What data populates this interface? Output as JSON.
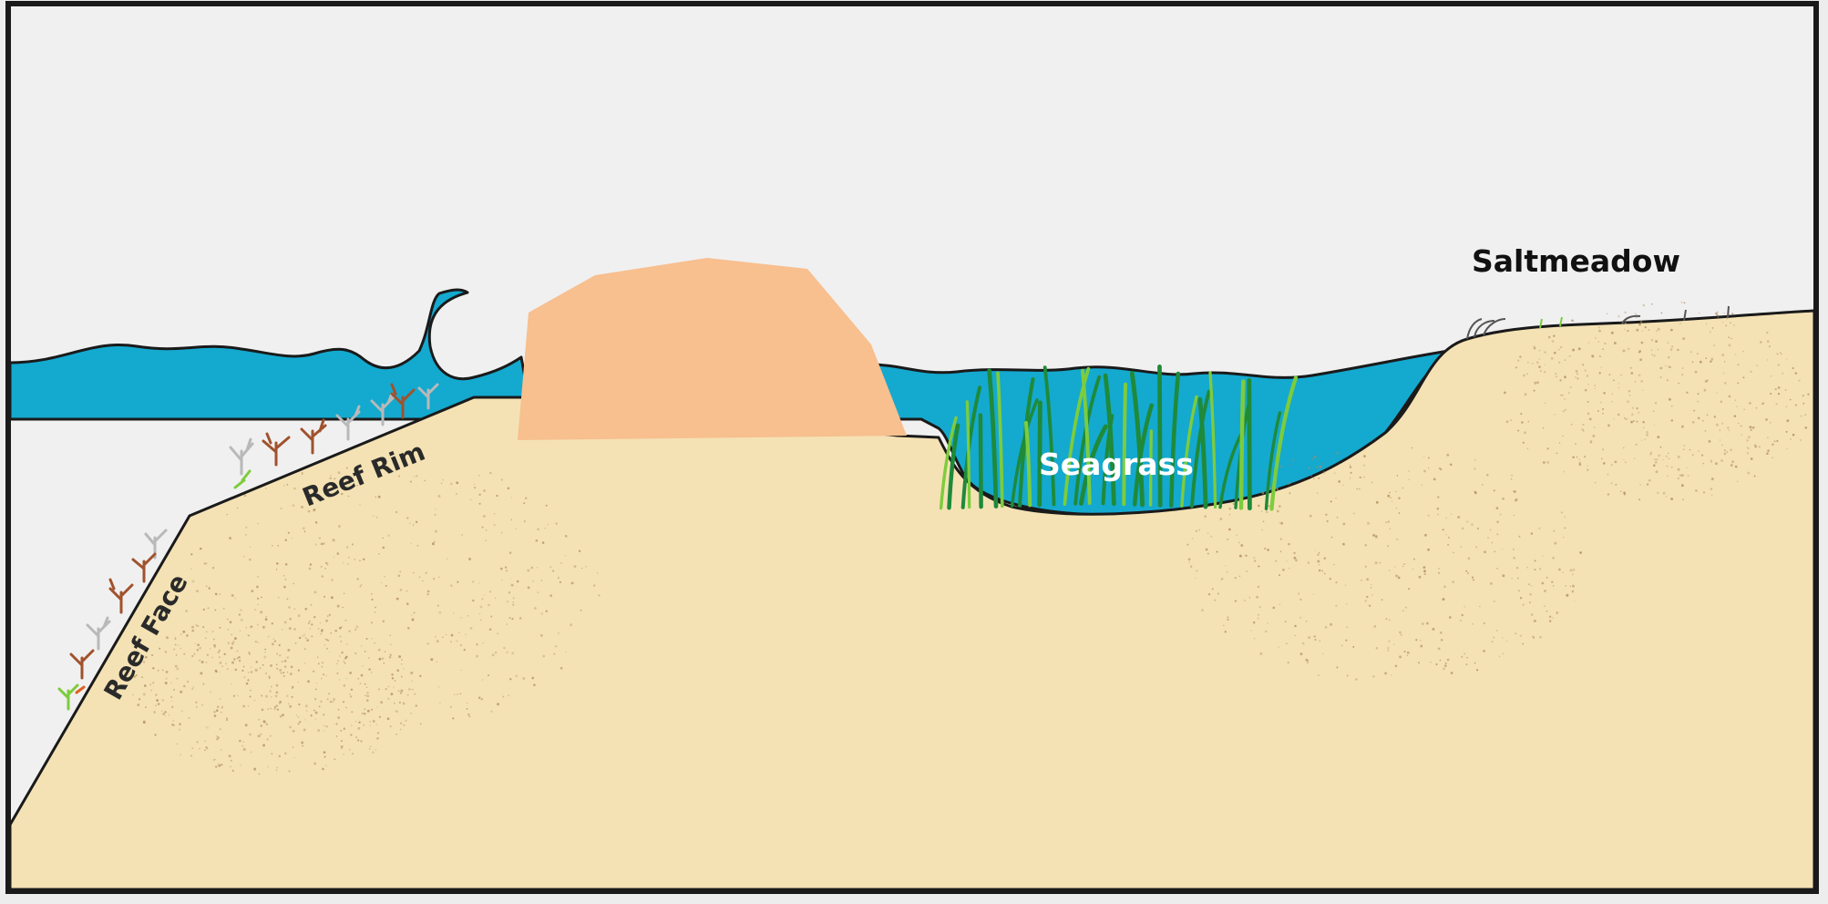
{
  "labels": {
    "saltmeadow": "Saltmeadow",
    "seagrass": "Seagrass",
    "reef_rim": "Reef Rim",
    "reef_face": "Reef Face"
  },
  "colors": {
    "sky": "#f0f0f0",
    "water": "#14a9cf",
    "sand": "#f4e2b4",
    "sand_speckle": "#b08a5a",
    "island": "#f8bf8f",
    "seagrass_dark": "#1e8a3a",
    "seagrass_light": "#7dcc3c",
    "coral_brown": "#a0522d",
    "coral_grey": "#b9b9b9",
    "frame": "#1a1a1a"
  }
}
